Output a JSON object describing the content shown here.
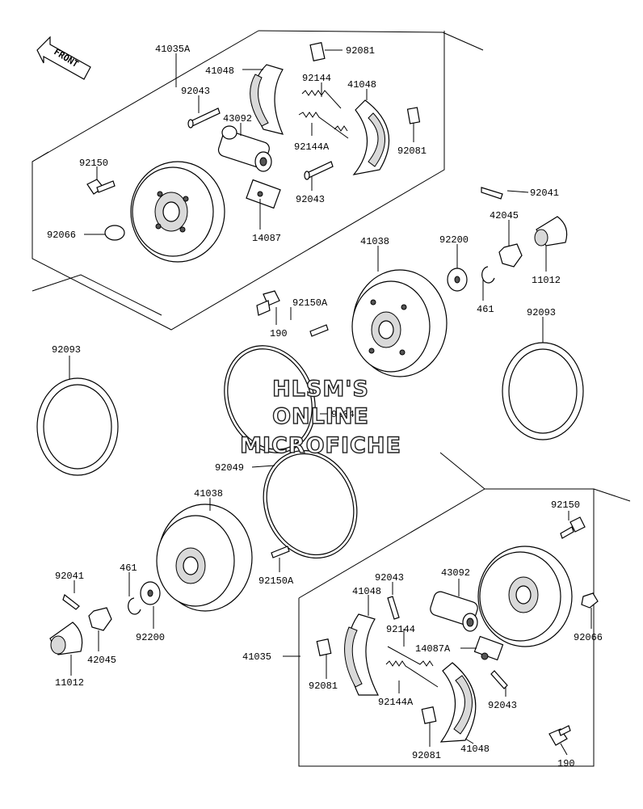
{
  "front_indicator": "FRONT",
  "watermark": [
    "HLSM'S",
    "ONLINE",
    "MICROFICHE"
  ],
  "labels": [
    "41035A",
    "41048",
    "92081",
    "92043",
    "92144",
    "41048",
    "43092",
    "92144A",
    "92081",
    "92150",
    "92043",
    "14087",
    "92066",
    "92041",
    "42045",
    "41038",
    "92200",
    "11012",
    "92150A",
    "461",
    "190",
    "92093",
    "92093",
    "92049",
    "92049",
    "41038",
    "92150",
    "92041",
    "461",
    "92043",
    "43092",
    "41048",
    "92150A",
    "92200",
    "92144",
    "14087A",
    "92066",
    "42045",
    "41035",
    "11012",
    "92081",
    "92144A",
    "92043",
    "92081",
    "41048",
    "190"
  ]
}
